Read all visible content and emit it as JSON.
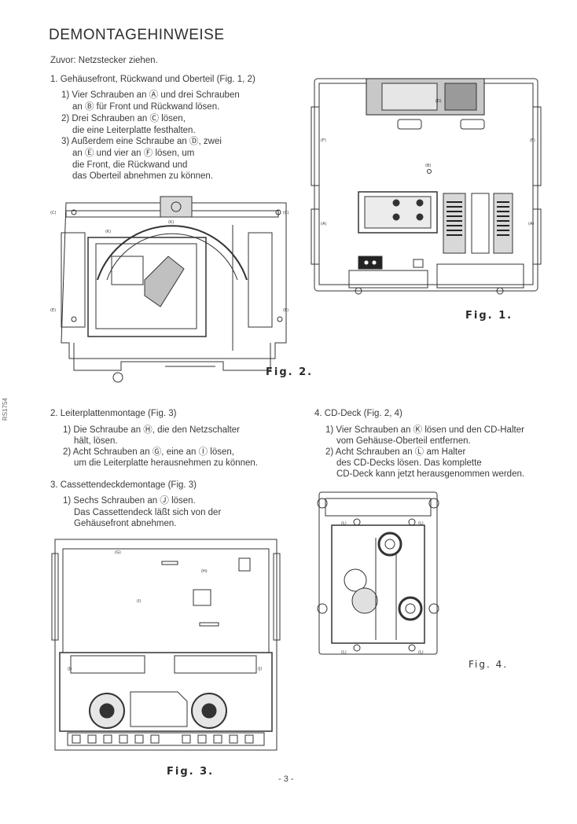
{
  "page": {
    "title": "DEMONTAGEHINWEISE",
    "intro": "Zuvor: Netzstecker ziehen.",
    "side_code": "RS1754",
    "page_number": "- 3 -"
  },
  "sections": {
    "s1": {
      "heading": "1. Gehäusefront, Rückwand und Oberteil (Fig. 1, 2)",
      "lines": [
        "1) Vier Schrauben an Ⓐ und drei Schrauben",
        "an Ⓑ für Front und Rückwand lösen.",
        "2) Drei Schrauben an Ⓒ lösen,",
        "die eine Leiterplatte festhalten.",
        "3) Außerdem eine Schraube an Ⓓ, zwei",
        "an Ⓔ und vier an Ⓕ lösen, um",
        "die Front, die Rückwand und",
        "das Oberteil abnehmen zu können."
      ]
    },
    "s2": {
      "heading": "2. Leiterplattenmontage (Fig. 3)",
      "lines": [
        "1) Die Schraube an Ⓗ, die den Netzschalter",
        "hält, lösen.",
        "2) Acht Schrauben an Ⓖ, eine an Ⓘ lösen,",
        "um die Leiterplatte herausnehmen zu können."
      ]
    },
    "s3": {
      "heading": "3. Cassettendeckdemontage (Fig. 3)",
      "lines": [
        "1) Sechs Schrauben an Ⓙ lösen.",
        "Das Cassettendeck läßt sich von der",
        "Gehäusefront abnehmen."
      ]
    },
    "s4": {
      "heading": "4. CD-Deck (Fig. 2, 4)",
      "lines": [
        "1) Vier Schrauben an Ⓚ lösen und den CD-Halter",
        "vom Gehäuse-Oberteil entfernen.",
        "2) Acht Schrauben an Ⓛ am Halter",
        "des CD-Decks lösen. Das komplette",
        "CD-Deck kann jetzt herausgenommen werden."
      ]
    }
  },
  "figures": {
    "fig1": "Fig. 1.",
    "fig2": "Fig. 2.",
    "fig3": "Fig. 3.",
    "fig4": "Fig. 4."
  },
  "callouts": {
    "A": "(A)",
    "B": "(B)",
    "C": "(C)",
    "D": "(D)",
    "E": "(E)",
    "F": "(F)",
    "G": "(G)",
    "H": "(H)",
    "I": "(I)",
    "J": "(J)",
    "K": "(K)",
    "L": "(L)"
  }
}
